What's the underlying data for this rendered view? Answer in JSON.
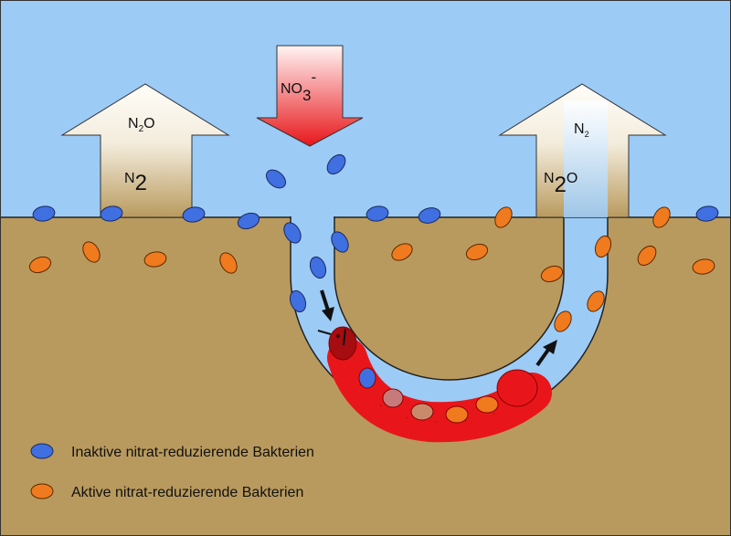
{
  "arrows": {
    "nitrate": {
      "main": "NO",
      "sub": "3",
      "sup": "-"
    },
    "left": {
      "small_main": "N",
      "small_sub": "2",
      "small_tail": "O",
      "large_main": "N",
      "large_sub": "2"
    },
    "right": {
      "small_main": "N",
      "small_sub": "2",
      "large_main": "N",
      "large_sub": "2",
      "large_tail": "O"
    }
  },
  "legend": {
    "inactive": "Inaktive nitrat-reduzierende Bakterien",
    "active": "Aktive nitrat-reduzierende Bakterien"
  },
  "colors": {
    "sky": "#9ccbf6",
    "soil": "#b99a5e",
    "inactive": "#3f6fe0",
    "active": "#f07a1e",
    "worm": "#e8161a"
  }
}
